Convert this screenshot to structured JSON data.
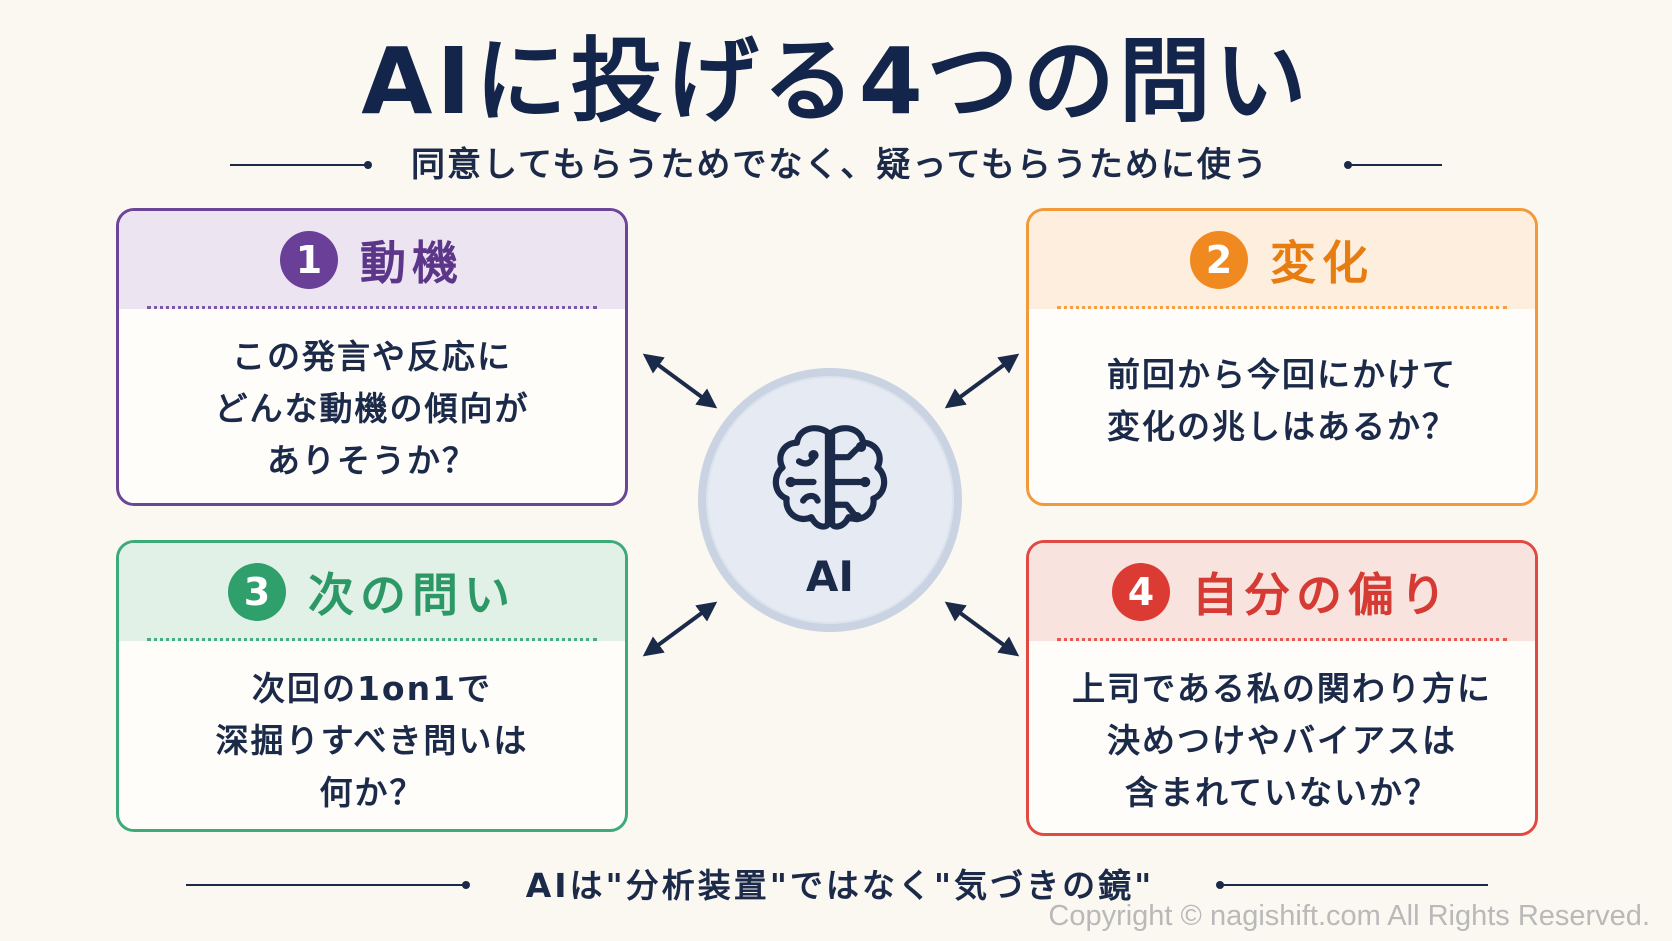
{
  "title": "AIに投げる4つの問い",
  "subtitle": "同意してもらうためでなく、疑ってもらうために使う",
  "hub": {
    "label": "AI",
    "icon": "brain-icon"
  },
  "cards": [
    {
      "number": "1",
      "title": "動機",
      "lines": [
        "この発言や反応に",
        "どんな動機の傾向が",
        "ありそうか？"
      ],
      "color": "#6a3f98"
    },
    {
      "number": "2",
      "title": "変化",
      "lines": [
        "前回から今回にかけて",
        "変化の兆しはあるか？"
      ],
      "color": "#f08a20"
    },
    {
      "number": "3",
      "title": "次の問い",
      "lines": [
        "次回の1on1で",
        "深掘りすべき問いは",
        "何か？"
      ],
      "color": "#2f9f6c"
    },
    {
      "number": "4",
      "title": "自分の偏り",
      "lines": [
        "上司である私の関わり方に",
        "決めつけやバイアスは",
        "含まれていないか？"
      ],
      "color": "#dc3b34"
    }
  ],
  "footer": "AIは\"分析装置\"ではなく\"気づきの鏡\"",
  "copyright": "Copyright © nagishift.com All Rights Reserved."
}
